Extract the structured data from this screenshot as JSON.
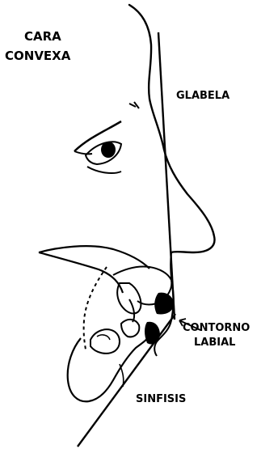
{
  "diagram": {
    "title_line1": "CARA",
    "title_line2": "CONVEXA",
    "labels": {
      "glabela": "GLABELA",
      "contorno_line1": "CONTORNO",
      "contorno_line2": "LABIAL",
      "sinfisis": "SINFISIS"
    },
    "ink_color": "#000000",
    "paper_color": "#ffffff"
  }
}
